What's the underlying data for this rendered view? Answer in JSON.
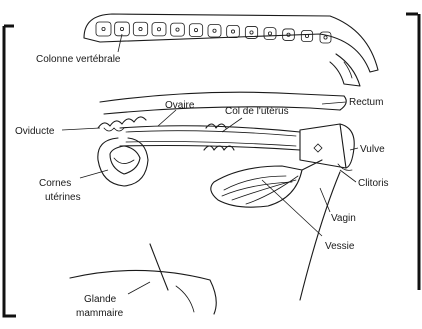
{
  "labels": {
    "colonne_vertebrale": "Colonne vertébrale",
    "ovaire": "Ovaire",
    "col_uterus": "Col de l'utérus",
    "rectum": "Rectum",
    "oviducte": "Oviducte",
    "vulve": "Vulve",
    "clitoris": "Clitoris",
    "cornes_line1": "Cornes",
    "cornes_line2": "utérines",
    "vagin": "Vagin",
    "vessie": "Vessie",
    "glande_line1": "Glande",
    "glande_line2": "mammaire"
  }
}
